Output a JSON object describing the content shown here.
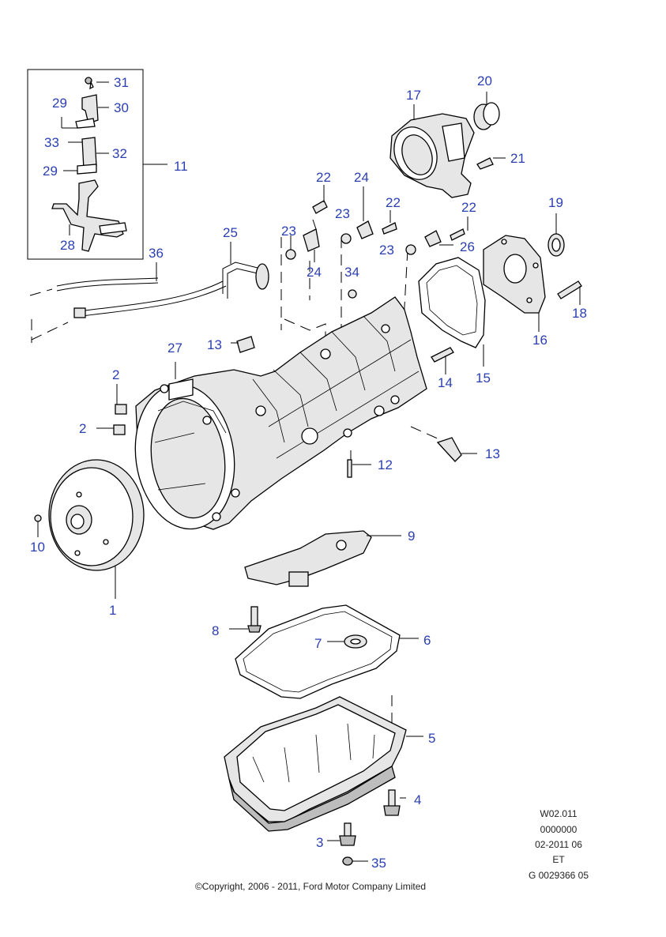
{
  "callouts": {
    "c1": "1",
    "c2a": "2",
    "c2b": "2",
    "c3": "3",
    "c4": "4",
    "c5": "5",
    "c6": "6",
    "c7": "7",
    "c8": "8",
    "c9": "9",
    "c10": "10",
    "c11": "11",
    "c12": "12",
    "c13a": "13",
    "c13b": "13",
    "c14": "14",
    "c15": "15",
    "c16": "16",
    "c17": "17",
    "c18": "18",
    "c19": "19",
    "c20": "20",
    "c21": "21",
    "c22a": "22",
    "c22b": "22",
    "c22c": "22",
    "c23a": "23",
    "c23b": "23",
    "c23c": "23",
    "c24a": "24",
    "c24b": "24",
    "c25": "25",
    "c26": "26",
    "c27": "27",
    "c28": "28",
    "c29a": "29",
    "c29b": "29",
    "c30": "30",
    "c31": "31",
    "c32": "32",
    "c33": "33",
    "c34": "34",
    "c35": "35",
    "c36": "36"
  },
  "reference": {
    "line1": "W02.011",
    "line2": "0000000",
    "line3": "02-2011 06",
    "line4": "ET",
    "line5": "G 0029366 05"
  },
  "copyright": "©Copyright, 2006 - 2011, Ford Motor Company Limited",
  "colors": {
    "callout": "#2b3fb0",
    "linework": "#000000",
    "background": "#ffffff"
  }
}
